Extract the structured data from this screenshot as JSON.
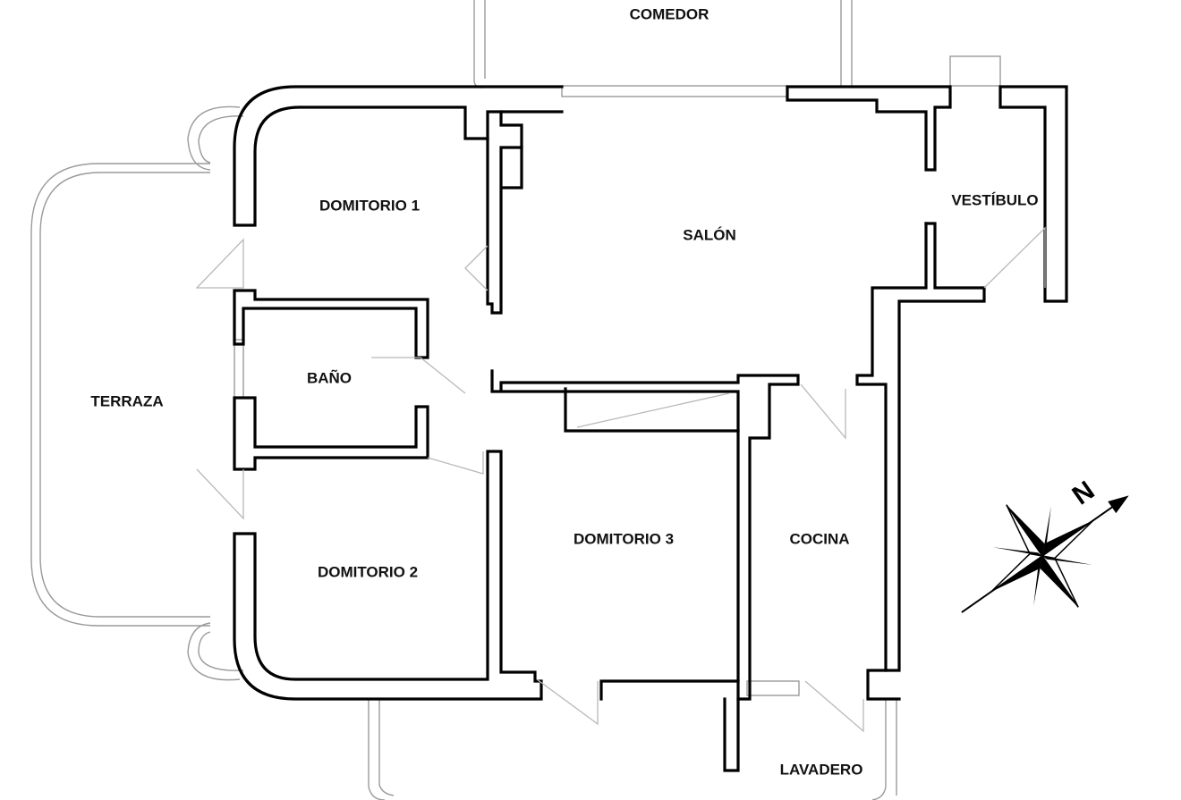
{
  "rooms": {
    "comedor": "COMEDOR",
    "dormitorio_1": "DOMITORIO  1",
    "salon": "SALÓN",
    "vestibulo": "VESTÍBULO",
    "terraza": "TERRAZA",
    "bano": "BAÑO",
    "dormitorio_3": "DOMITORIO  3",
    "cocina": "COCINA",
    "dormitorio_2": "DOMITORIO  2",
    "lavadero": "LAVADERO"
  },
  "compass": {
    "north_label": "N",
    "icon": "compass-rose-icon"
  },
  "colors": {
    "wall": "#000000",
    "window": "#9a9a9a",
    "door_swing": "#b8b8b8",
    "background": "#ffffff"
  }
}
